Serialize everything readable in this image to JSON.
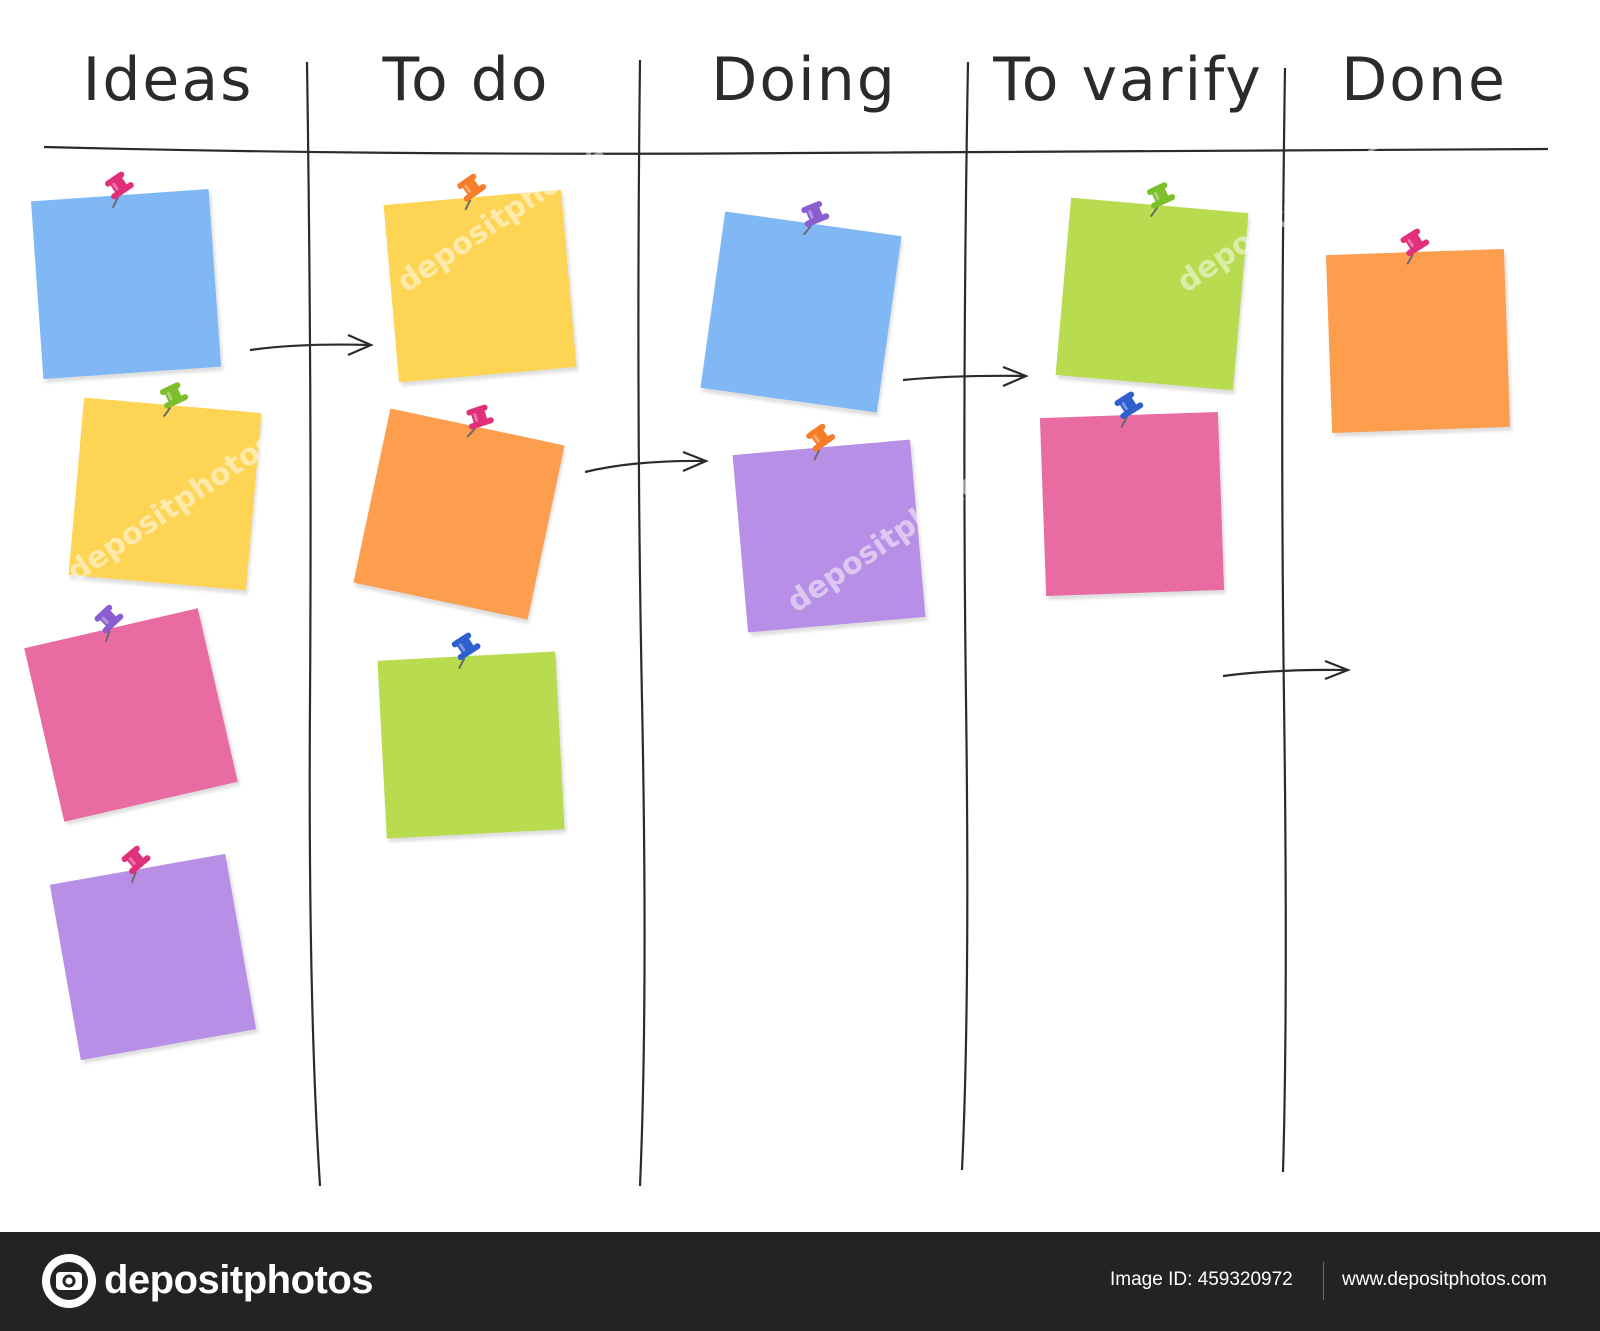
{
  "board": {
    "columns": [
      {
        "title": "Ideas"
      },
      {
        "title": "To do"
      },
      {
        "title": "Doing"
      },
      {
        "title": "To varify"
      },
      {
        "title": "Done"
      }
    ],
    "colors": {
      "blue": "#7fb8f5",
      "yellow": "#fed455",
      "pink": "#e86ba1",
      "purple": "#b88fe6",
      "orange": "#fd9d4e",
      "green": "#b8db4f",
      "line": "#2b2b2b"
    },
    "notes": [
      {
        "column": "Ideas",
        "color": "blue",
        "pin": "pink"
      },
      {
        "column": "Ideas",
        "color": "yellow",
        "pin": "green"
      },
      {
        "column": "Ideas",
        "color": "pink",
        "pin": "purple"
      },
      {
        "column": "Ideas",
        "color": "purple",
        "pin": "pink"
      },
      {
        "column": "To do",
        "color": "yellow",
        "pin": "orange"
      },
      {
        "column": "To do",
        "color": "orange",
        "pin": "pink"
      },
      {
        "column": "To do",
        "color": "green",
        "pin": "blue"
      },
      {
        "column": "Doing",
        "color": "blue",
        "pin": "purple"
      },
      {
        "column": "Doing",
        "color": "purple",
        "pin": "orange"
      },
      {
        "column": "To varify",
        "color": "green",
        "pin": "green"
      },
      {
        "column": "To varify",
        "color": "pink",
        "pin": "blue"
      },
      {
        "column": "Done",
        "color": "orange",
        "pin": "pink"
      }
    ],
    "pin_colors": {
      "pink": "#e0307a",
      "green": "#7dbf2b",
      "purple": "#8a5ed1",
      "orange": "#f57d2a",
      "blue": "#2f5fcf"
    }
  },
  "watermark": "depositphotos",
  "footer": {
    "logo_icon": "camera-icon",
    "brand": "depositphotos",
    "image_id": "Image ID: 459320972",
    "url": "www.depositphotos.com"
  }
}
